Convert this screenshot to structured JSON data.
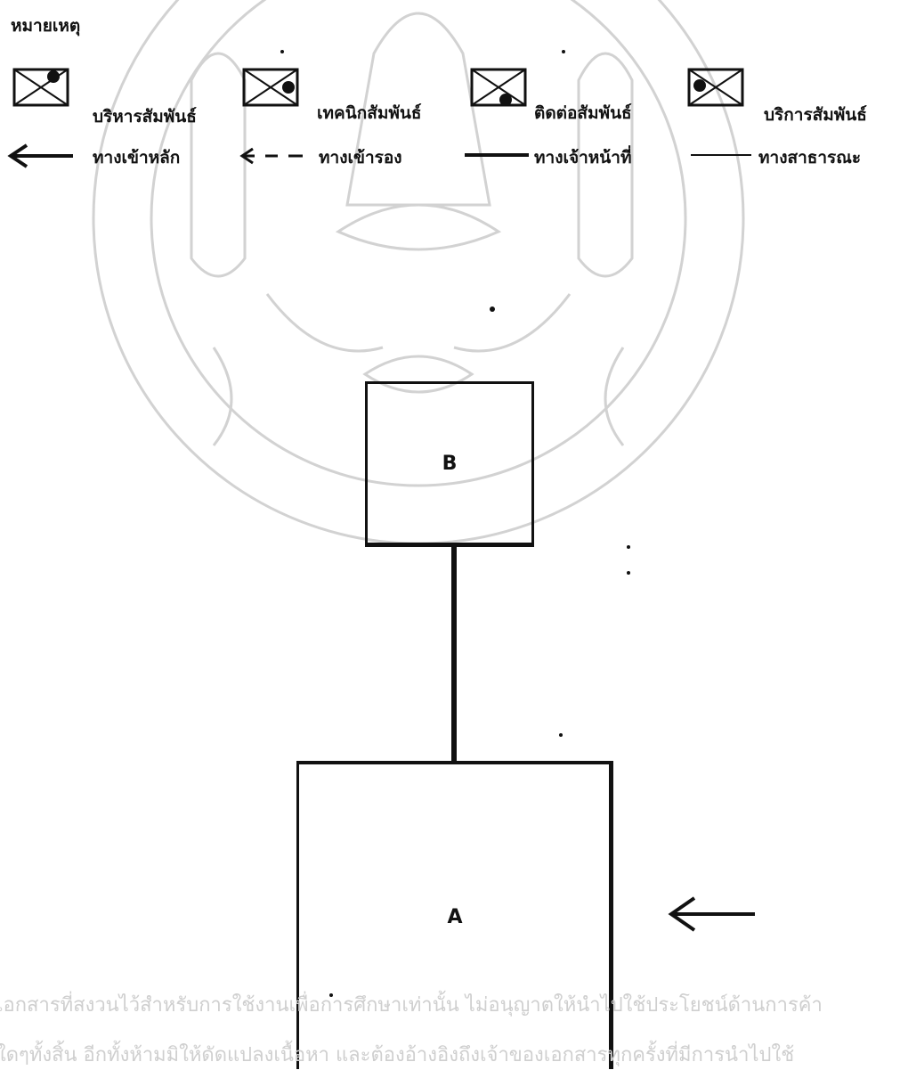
{
  "legend": {
    "title": "หมายเหตุ",
    "zones": [
      {
        "label": "บริหารสัมพันธ์",
        "icon": "crossed-box-dot-top-left-icon"
      },
      {
        "label": "เทคนิกสัมพันธ์",
        "icon": "crossed-box-dot-right-icon"
      },
      {
        "label": "ติดต่อสัมพันธ์",
        "icon": "crossed-box-dot-bottom-icon"
      },
      {
        "label": "บริการสัมพันธ์",
        "icon": "crossed-box-dot-left-icon"
      }
    ],
    "paths": [
      {
        "label": "ทางเข้าหลัก",
        "icon": "main-entrance-arrow-icon"
      },
      {
        "label": "ทางเข้ารอง",
        "icon": "secondary-entrance-dashed-arrow-icon"
      },
      {
        "label": "ทางเจ้าหน้าที่",
        "icon": "staff-path-thick-line-icon"
      },
      {
        "label": "ทางสาธารณะ",
        "icon": "public-path-thin-line-icon"
      }
    ]
  },
  "diagram": {
    "box_b_label": "B",
    "box_a_label": "A",
    "entrance_icon": "main-entrance-arrow-icon"
  },
  "watermark": {
    "line1": "เอกสารที่สงวนไว้สำหรับการใช้งานเพื่อการศึกษาเท่านั้น ไม่อนุญาตให้นำไปใช้ประโยชน์ด้านการค้า",
    "line2": "ใดๆทั้งสิ้น อีกทั้งห้ามมิให้ดัดแปลงเนื้อหา และต้องอ้างอิงถึงเจ้าของเอกสารทุกครั้งที่มีการนำไปใช้"
  },
  "colors": {
    "ink": "#111111",
    "watermark": "#cfcfcf"
  }
}
